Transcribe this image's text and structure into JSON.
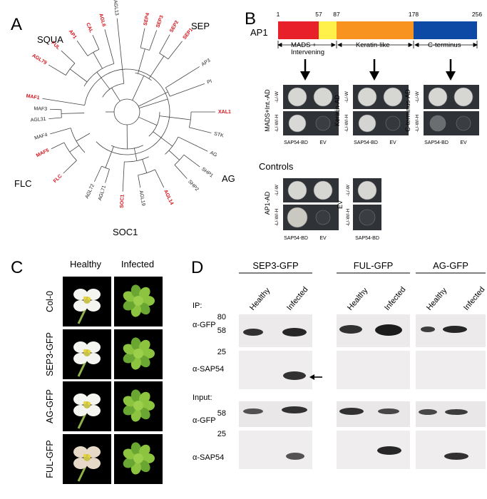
{
  "panels": {
    "A": {
      "letter": "A",
      "groups": {
        "squa": "SQUA",
        "sep": "SEP",
        "flc": "FLC",
        "ag": "AG",
        "soc1": "SOC1"
      },
      "leaves": [
        {
          "name": "AGL13",
          "highlight": false
        },
        {
          "name": "AGL6",
          "highlight": true
        },
        {
          "name": "CAL",
          "highlight": true
        },
        {
          "name": "AP1",
          "highlight": true
        },
        {
          "name": "FUL",
          "highlight": true
        },
        {
          "name": "AGL79",
          "highlight": true
        },
        {
          "name": "MAF1",
          "highlight": true
        },
        {
          "name": "MAF3",
          "highlight": false
        },
        {
          "name": "AGL31",
          "highlight": false
        },
        {
          "name": "MAF4",
          "highlight": false
        },
        {
          "name": "MAF5",
          "highlight": true
        },
        {
          "name": "FLC",
          "highlight": true
        },
        {
          "name": "AGL72",
          "highlight": false
        },
        {
          "name": "AGL71",
          "highlight": false
        },
        {
          "name": "SOC1",
          "highlight": true
        },
        {
          "name": "AGL19",
          "highlight": false
        },
        {
          "name": "AGL14",
          "highlight": true
        },
        {
          "name": "SHP2",
          "highlight": false
        },
        {
          "name": "SHP1",
          "highlight": false
        },
        {
          "name": "AG",
          "highlight": false
        },
        {
          "name": "STK",
          "highlight": false
        },
        {
          "name": "XAL1",
          "highlight": true
        },
        {
          "name": "PI",
          "highlight": false
        },
        {
          "name": "AP3",
          "highlight": false
        },
        {
          "name": "SEP1",
          "highlight": true
        },
        {
          "name": "SEP2",
          "highlight": true
        },
        {
          "name": "SEP3",
          "highlight": true
        },
        {
          "name": "SEP4",
          "highlight": true
        }
      ]
    },
    "B": {
      "letter": "B",
      "protein": "AP1",
      "positions": [
        "1",
        "57",
        "87",
        "178",
        "256"
      ],
      "domains": [
        {
          "label": "MADS +\nIntervening",
          "color": "#e8202a"
        },
        {
          "label": "Keratin-like",
          "color": "#f7931e"
        },
        {
          "label": "C-terminus",
          "color": "#0c4aa6"
        }
      ],
      "intervening_color": "#fff04a",
      "assays": [
        {
          "ad": "MADS+Int.-AD"
        },
        {
          "ad": "Keratin-AD"
        },
        {
          "ad": "C-terminus-AD"
        }
      ],
      "media": {
        "lw": "-L/-W",
        "lwh": "-L/-W/-H"
      },
      "cols": {
        "bd": "SAP54-BD",
        "ev": "EV"
      },
      "controls_title": "Controls",
      "control_ap1": "AP1-AD",
      "control_ev": "EV"
    },
    "C": {
      "letter": "C",
      "cols": [
        "Healthy",
        "Infected"
      ],
      "rows": [
        "Col-0",
        "SEP3-GFP",
        "AG-GFP",
        "FUL-GFP"
      ]
    },
    "D": {
      "letter": "D",
      "groups": [
        "SEP3-GFP",
        "FUL-GFP",
        "AG-GFP"
      ],
      "lanes": [
        "Healthy",
        "Infected"
      ],
      "ip": "IP:",
      "input": "Input:",
      "agfp": "α-GFP",
      "asap": "α-SAP54",
      "markers": {
        "m80": "80",
        "m58": "58",
        "m25": "25"
      }
    }
  }
}
